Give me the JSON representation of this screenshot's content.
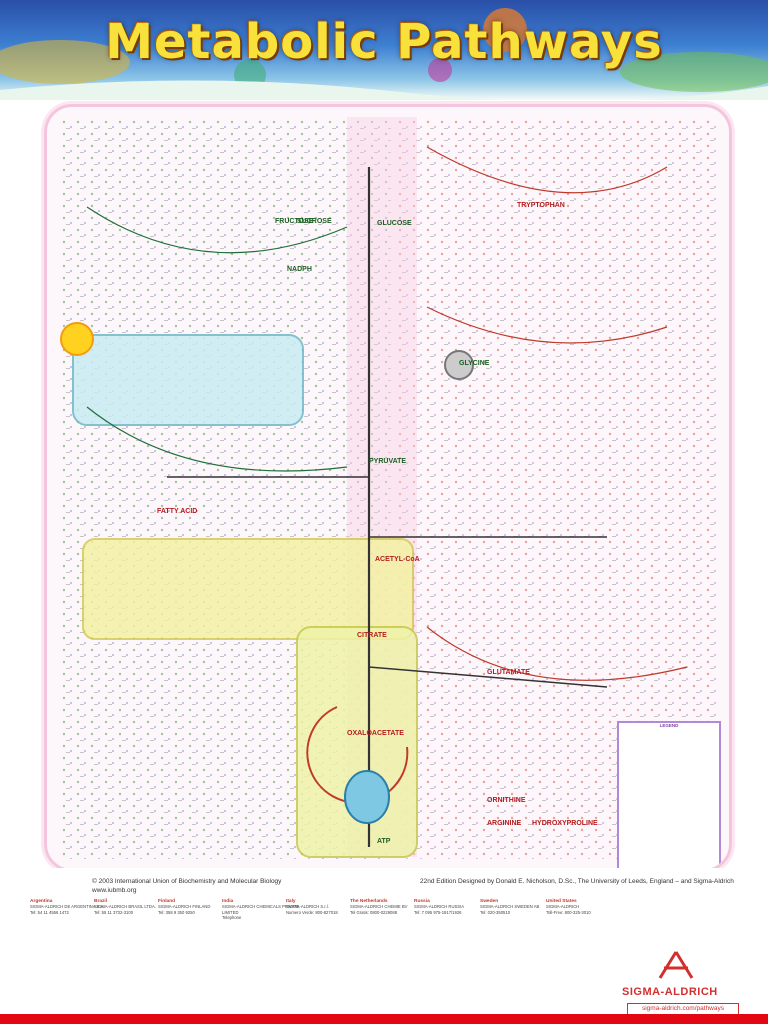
{
  "banner": {
    "title": "Metabolic Pathways"
  },
  "poster": {
    "molecules": [
      "FRUCTOSE",
      "SUCROSE",
      "GLUCOSE",
      "NADPH",
      "GLYCINE",
      "TRYPTOPHAN",
      "PYRUVATE",
      "ACETYL-CoA",
      "ATP",
      "GLUTAMATE",
      "ORNITHINE",
      "ARGININE",
      "FATTY ACID",
      "CITRATE",
      "OXALOACETATE",
      "HYDROXYPROLINE"
    ],
    "legend_title": "LEGEND"
  },
  "footer": {
    "copyright": "© 2003 International Union of Biochemistry and Molecular Biology",
    "website": "www.iubmb.org",
    "edition": "22nd Edition Designed by Donald E. Nicholson, D.Sc., The University of Leeds, England – and Sigma-Aldrich",
    "brand": "SIGMA-ALDRICH",
    "url": "sigma-aldrich.com/pathways",
    "offices": [
      {
        "country": "Argentina",
        "lines": [
          "SIGMA-ALDRICH DE ARGENTINA S.A.",
          "Tel: 54 11 4556 1472"
        ]
      },
      {
        "country": "Brazil",
        "lines": [
          "SIGMA-ALDRICH BRASIL LTDA.",
          "Tel: 55 11 3732-3100"
        ]
      },
      {
        "country": "Finland",
        "lines": [
          "SIGMA-ALDRICH FINLAND",
          "Tel: 358 9 350 9250"
        ]
      },
      {
        "country": "India",
        "lines": [
          "SIGMA-ALDRICH CHEMICALS PRIVATE LIMITED",
          "Telephone"
        ]
      },
      {
        "country": "Italy",
        "lines": [
          "SIGMA-ALDRICH S.r.l.",
          "Numero Verde: 800-827018"
        ]
      },
      {
        "country": "The Netherlands",
        "lines": [
          "SIGMA-ALDRICH CHEMIE BV",
          "Tel Gratis: 0800-0229088"
        ]
      },
      {
        "country": "Russia",
        "lines": [
          "SIGMA-ALDRICH RUSSIA",
          "Tel: 7 095 975-1917/1926"
        ]
      },
      {
        "country": "Sweden",
        "lines": [
          "SIGMA-ALDRICH SWEDEN AB",
          "Tel: 020-350510"
        ]
      },
      {
        "country": "United States",
        "lines": [
          "SIGMA-ALDRICH",
          "Toll-Free: 800-325-3010"
        ]
      }
    ]
  }
}
